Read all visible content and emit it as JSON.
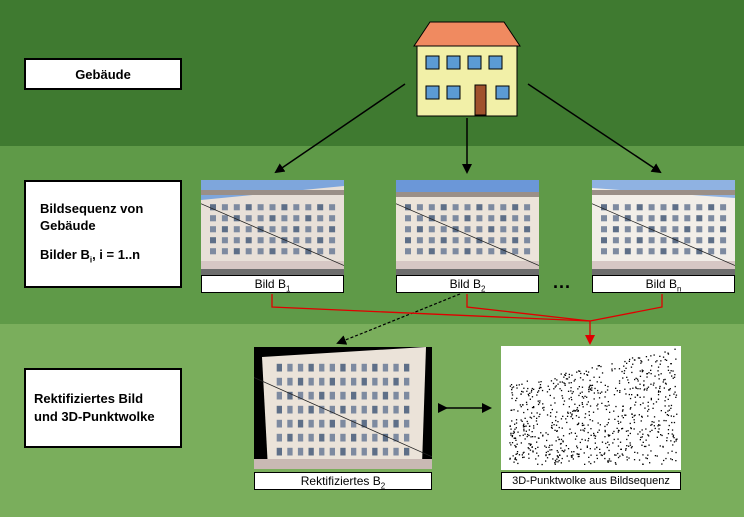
{
  "labels": {
    "building": "Gebäude",
    "sequence_line1": "Bildsequenz von",
    "sequence_line2": "Gebäude",
    "sequence_formula_prefix": "Bilder B",
    "sequence_formula_sub": "i",
    "sequence_formula_suffix": ", i = 1..n",
    "result_line1": "Rektifiziertes Bild",
    "result_line2": "und 3D-Punktwolke"
  },
  "captions": {
    "image1_prefix": "Bild B",
    "image1_sub": "1",
    "image2_prefix": "Bild B",
    "image2_sub": "2",
    "imagen_prefix": "Bild B",
    "imagen_sub": "n",
    "ellipsis": "...",
    "rectified_prefix": "Rektifiziertes B",
    "rectified_sub": "2",
    "pointcloud": "3D-Punktwolke aus Bildsequenz"
  },
  "colors": {
    "band_top": "#3f7a30",
    "band_middle": "#5f9a48",
    "band_bottom": "#7aae5c",
    "house_wall": "#f2f0a8",
    "house_roof": "#f08a60",
    "house_window": "#5b9bd5",
    "house_door": "#a0522d",
    "arrow_black": "#000000",
    "arrow_red": "#e00000"
  }
}
